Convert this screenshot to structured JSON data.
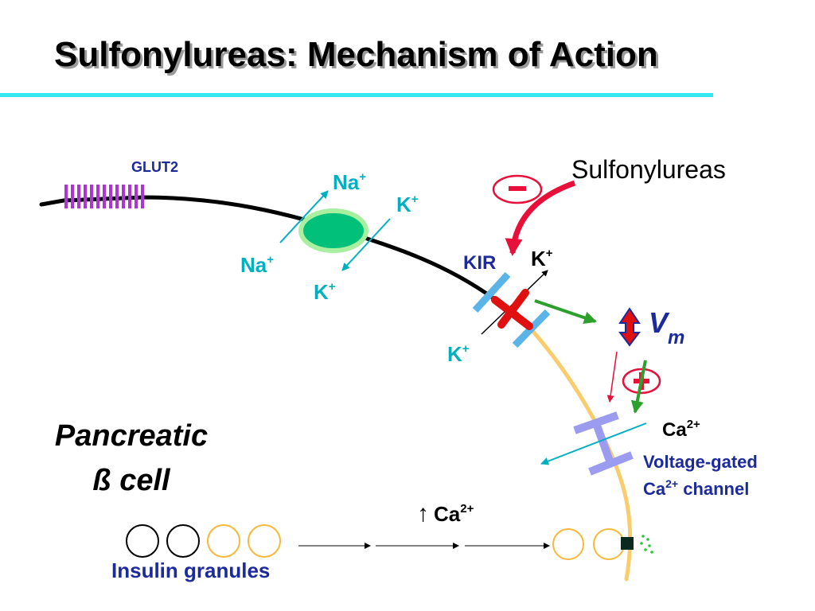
{
  "title": "Sulfonylureas: Mechanism of Action",
  "labels": {
    "glut2": "GLUT2",
    "sulfonylureas": "Sulfonylureas",
    "minus": "−",
    "na_top": "Na",
    "na_left": "Na",
    "k_top": "K",
    "k_left": "K",
    "k_right": "K",
    "k_lower": "K",
    "plus": "+",
    "kir": "KIR",
    "vm_v": "V",
    "vm_m": "m",
    "ca": "Ca",
    "two_plus": "2+",
    "vgcc_line1": "Voltage-gated",
    "vgcc_line2_ca": "Ca",
    "vgcc_line2_rest": " channel",
    "ca_increase_arrow": "↑",
    "cell_line1": "Pancreatic",
    "cell_line2": "ß cell",
    "insulin_granules": "Insulin granules"
  },
  "colors": {
    "cyan": "#00b0c0",
    "navy": "#1c2a9c",
    "magenta_bar": "#b033d9",
    "green_pump": "#00c07a",
    "green_pump_ring": "#a8f0a0",
    "kir_blue": "#5ab4e8",
    "block_red": "#e01010",
    "sfu_arrow": "#e8103a",
    "green_arrow": "#2ca02c",
    "membrane_orange": "#f9cd6e",
    "vgcc_purple": "#9b9cf0",
    "granule_orange": "#f6b93a"
  }
}
